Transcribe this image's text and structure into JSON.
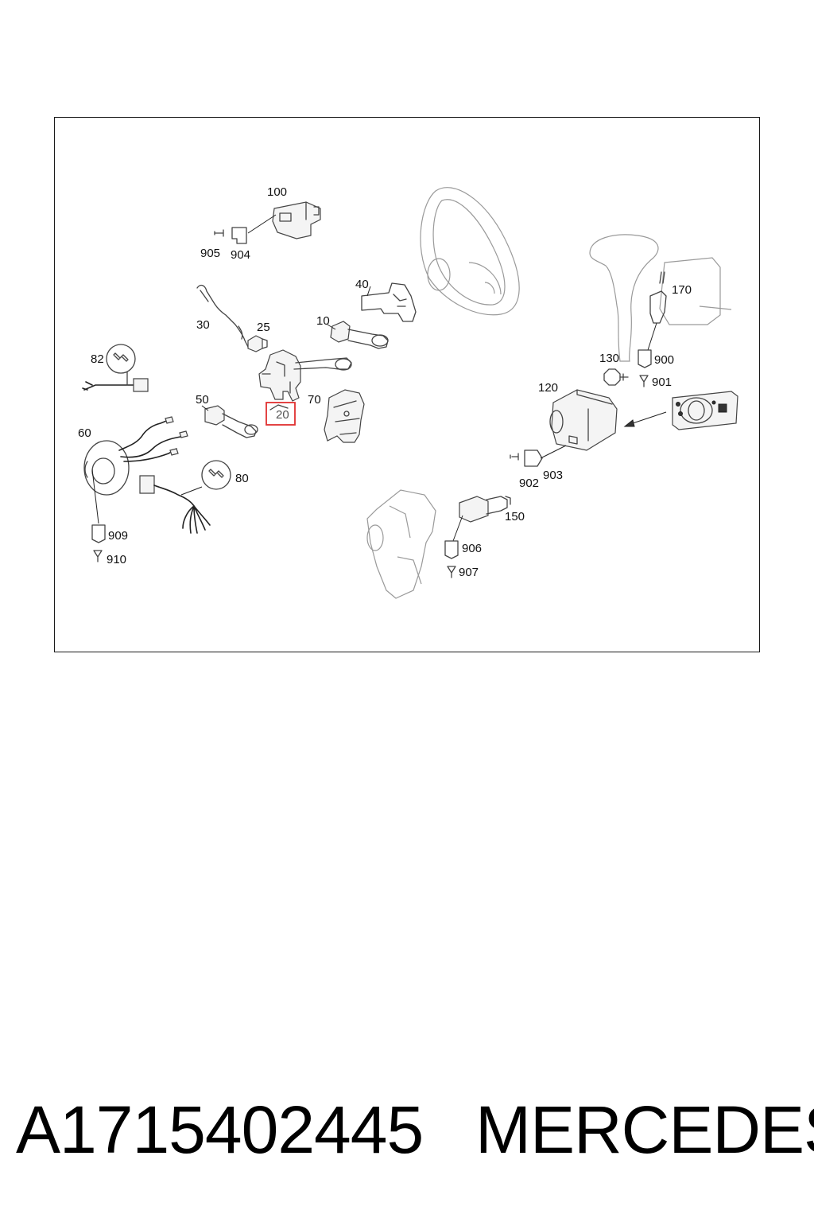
{
  "diagram": {
    "labels": {
      "l100": "100",
      "l905": "905",
      "l904": "904",
      "l40": "40",
      "l170": "170",
      "l30": "30",
      "l25": "25",
      "l10": "10",
      "l82": "82",
      "l130": "130",
      "l900": "900",
      "l901": "901",
      "l50": "50",
      "l70": "70",
      "l20": "20",
      "l120": "120",
      "l60": "60",
      "l80": "80",
      "l902": "902",
      "l903": "903",
      "l150": "150",
      "l909": "909",
      "l910": "910",
      "l906": "906",
      "l907": "907"
    },
    "highlighted_part": "20",
    "highlight_color": "#e03030"
  },
  "caption": {
    "part_number": "A1715402445",
    "brand": "MERCEDES"
  }
}
